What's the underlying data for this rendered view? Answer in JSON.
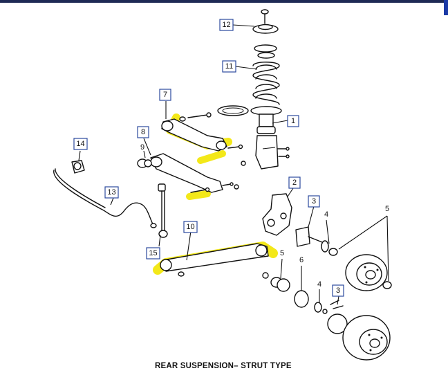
{
  "caption": "REAR SUSPENSION– STRUT TYPE",
  "highlight_color": "#f2e600",
  "callouts": {
    "c12": "12",
    "c11": "11",
    "c7": "7",
    "c1": "1",
    "c8": "8",
    "c9": "9",
    "c14": "14",
    "c2": "2",
    "c13": "13",
    "c3a": "3",
    "c4a": "4",
    "c5a": "5",
    "c10": "10",
    "c15": "15",
    "c5b": "5",
    "c6": "6",
    "c4b": "4",
    "c3b": "3"
  }
}
